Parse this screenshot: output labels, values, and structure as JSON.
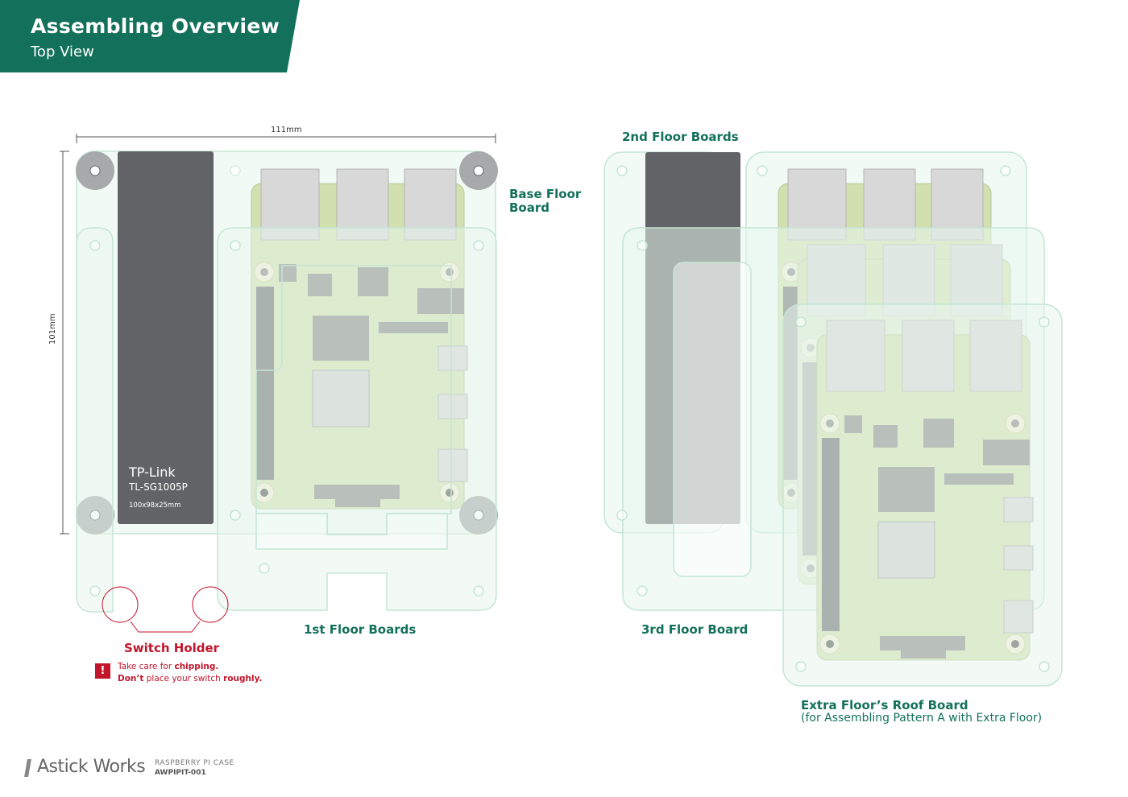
{
  "header": {
    "title": "Assembling Overview",
    "subtitle": "Top View",
    "color": "#13705a"
  },
  "dimensions": {
    "width": "111mm",
    "height": "101mm"
  },
  "switch": {
    "brand": "TP-Link",
    "model": "TL-SG1005P",
    "size": "100x98x25mm",
    "color": "#626366"
  },
  "labels": {
    "base_floor_line1": "Base Floor",
    "base_floor_line2": "Board",
    "first_floor": "1st Floor Boards",
    "second_floor": "2nd Floor Boards",
    "third_floor": "3rd Floor Board",
    "extra_roof": "Extra Floor’s Roof Board",
    "extra_roof_sub": "(for Assembling Pattern A with Extra Floor)"
  },
  "switch_holder": {
    "title": "Switch Holder",
    "warning_icon": "!",
    "line1_pre": "Take care for ",
    "line1_em": "chipping.",
    "line2_em1": "Don’t",
    "line2_mid": " place your switch ",
    "line2_em2": "roughly.",
    "accent": "#c2152b"
  },
  "footer": {
    "brand": "Astick Works",
    "product_name": "RASPBERRY PI CASE",
    "product_code": "AWPIPIT-001"
  },
  "colors": {
    "acrylic_fill": "#e8f5ee",
    "acrylic_stroke": "#c5e6d4",
    "pcb": "#d2e0b0",
    "port": "#d8d8d8",
    "chip": "#8a8a8a"
  }
}
